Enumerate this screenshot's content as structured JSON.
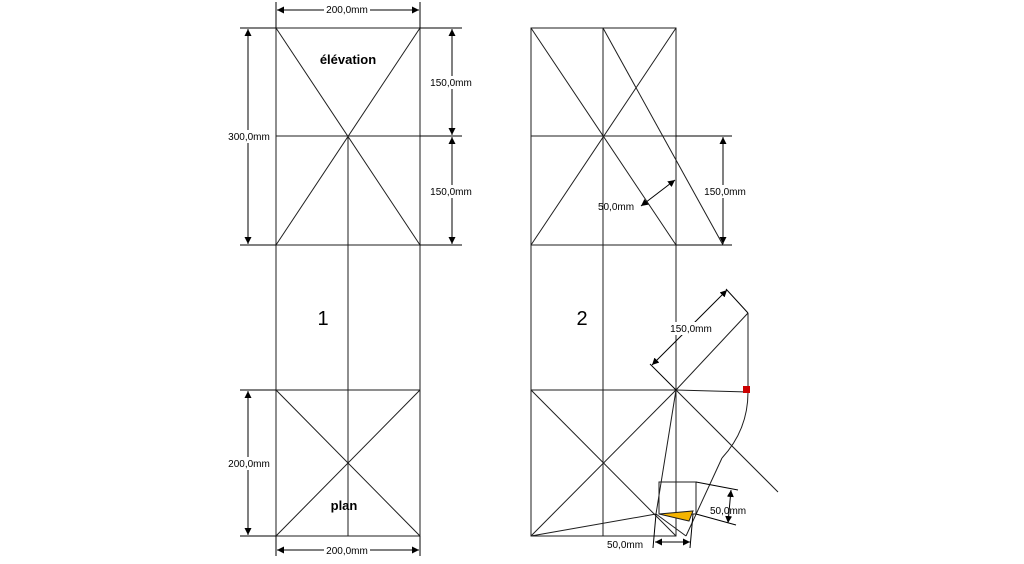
{
  "figure1": {
    "number": "1",
    "label_elevation": "élévation",
    "label_plan": "plan",
    "dim_top_width": "200,0mm",
    "dim_bottom_width": "200,0mm",
    "dim_total_height": "300,0mm",
    "dim_upper_half": "150,0mm",
    "dim_lower_half": "150,0mm",
    "dim_plan_height": "200,0mm"
  },
  "figure2": {
    "number": "2",
    "dim_offset": "50,0mm",
    "dim_height": "150,0mm",
    "dim_diag": "150,0mm",
    "dim_small_h": "50,0mm",
    "dim_small_w": "50,0mm"
  },
  "colors": {
    "line": "#1e1e1e",
    "right_angle_marker": "#cc0000",
    "highlight_triangle": "#f5b400"
  }
}
